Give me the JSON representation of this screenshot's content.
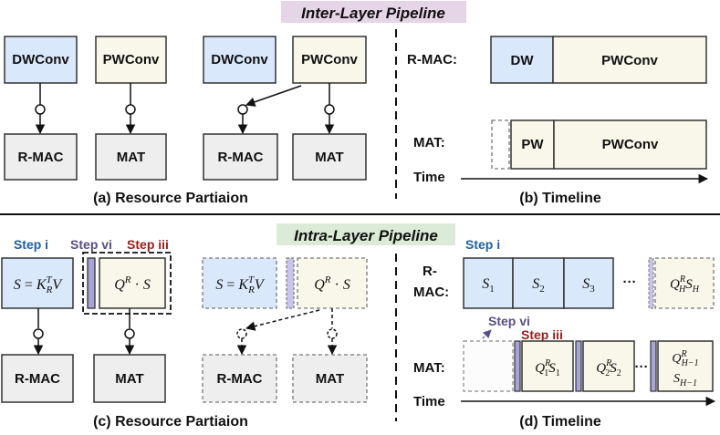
{
  "colors": {
    "blue_fill": "#dae8fc",
    "cream_fill": "#f9f7ea",
    "gray_fill": "#eeeeee",
    "white_fill": "#fcfcfc",
    "purple": "#a9a4d8",
    "purple_dark": "#5a4e86",
    "step_blue": "#1f5fa8",
    "step_red": "#9b1c1c",
    "inter_title_bg": "#e6d5e6",
    "intra_title_bg": "#dcebd7"
  },
  "top": {
    "title": "Inter-Layer Pipeline",
    "a": {
      "dwconv_1": "DWConv",
      "pwconv_1": "PWConv",
      "rmac_1": "R-MAC",
      "mat_1": "MAT",
      "dwconv_2": "DWConv",
      "pwconv_2": "PWConv",
      "rmac_2": "R-MAC",
      "mat_2": "MAT",
      "caption": "(a) Resource Partiaion"
    },
    "b": {
      "rmac_label": "R-MAC:",
      "mat_label": "MAT:",
      "dw": "DW",
      "pwconv_row1": "PWConv",
      "pw": "PW",
      "pwconv_row2": "PWConv",
      "time_label": "Time",
      "caption": "(b) Timeline"
    }
  },
  "bottom": {
    "title": "Intra-Layer Pipeline",
    "c": {
      "step_i": "Step i",
      "step_vi": "Step vi",
      "step_iii": "Step iii",
      "rmac_1": "R-MAC",
      "mat_1": "MAT",
      "rmac_2": "R-MAC",
      "mat_2": "MAT",
      "caption": "(c) Resource Partiaion"
    },
    "d": {
      "step_i": "Step i",
      "rmac_label_line1": "R-",
      "rmac_label_line2": "MAC:",
      "ellipsis_1": "···",
      "step_vi": "Step vi",
      "step_iii": "Step iii",
      "mat_label": "MAT:",
      "ellipsis_2": "···",
      "time_label": "Time",
      "caption": "(d) Timeline"
    }
  }
}
